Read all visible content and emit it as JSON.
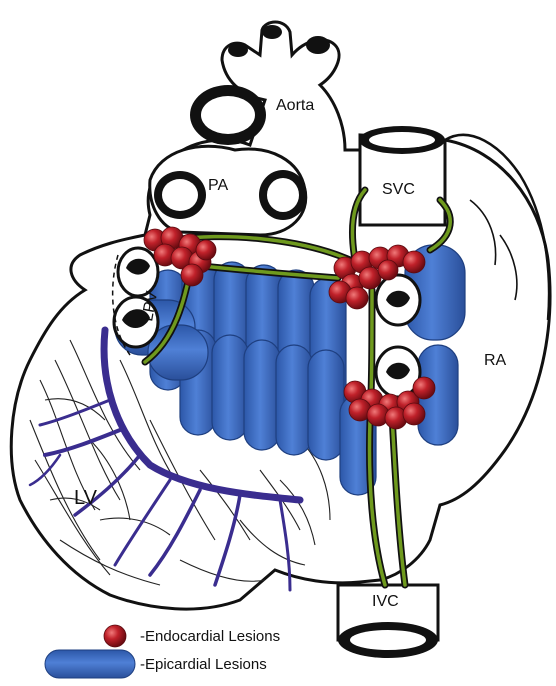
{
  "labels": {
    "aorta": "Aorta",
    "pa": "PA",
    "svc": "SVC",
    "lpv": "LPV",
    "ra": "RA",
    "lv": "LV",
    "ivc": "IVC"
  },
  "legend": {
    "endocardial": "-Endocardial Lesions",
    "epicardial": "-Epicardial Lesions"
  },
  "colors": {
    "endocardial": "#c0212a",
    "epicardial": "#3f6fc7",
    "green_line": "#6f9a1e",
    "coronary": "#3a2d8f"
  }
}
